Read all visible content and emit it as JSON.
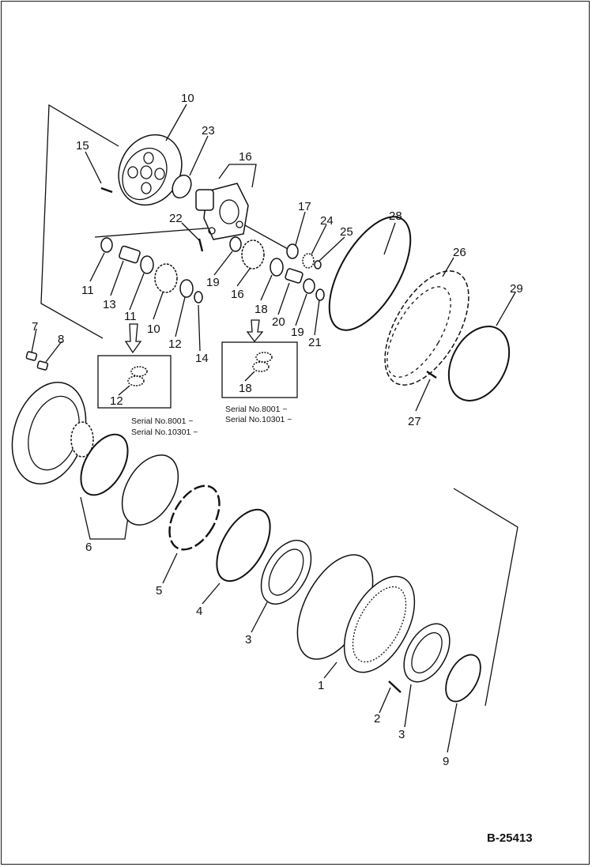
{
  "callouts": [
    {
      "id": "c1",
      "text": "1"
    },
    {
      "id": "c2",
      "text": "2"
    },
    {
      "id": "c3a",
      "text": "3"
    },
    {
      "id": "c3b",
      "text": "3"
    },
    {
      "id": "c4",
      "text": "4"
    },
    {
      "id": "c5",
      "text": "5"
    },
    {
      "id": "c6",
      "text": "6"
    },
    {
      "id": "c7",
      "text": "7"
    },
    {
      "id": "c8",
      "text": "8"
    },
    {
      "id": "c9",
      "text": "9"
    },
    {
      "id": "c10a",
      "text": "10"
    },
    {
      "id": "c10b",
      "text": "10"
    },
    {
      "id": "c11a",
      "text": "11"
    },
    {
      "id": "c11b",
      "text": "11"
    },
    {
      "id": "c12a",
      "text": "12"
    },
    {
      "id": "c12b",
      "text": "12"
    },
    {
      "id": "c13",
      "text": "13"
    },
    {
      "id": "c14",
      "text": "14"
    },
    {
      "id": "c15",
      "text": "15"
    },
    {
      "id": "c16a",
      "text": "16"
    },
    {
      "id": "c16b",
      "text": "16"
    },
    {
      "id": "c17",
      "text": "17"
    },
    {
      "id": "c18a",
      "text": "18"
    },
    {
      "id": "c18b",
      "text": "18"
    },
    {
      "id": "c19a",
      "text": "19"
    },
    {
      "id": "c19b",
      "text": "19"
    },
    {
      "id": "c20",
      "text": "20"
    },
    {
      "id": "c21",
      "text": "21"
    },
    {
      "id": "c22",
      "text": "22"
    },
    {
      "id": "c23",
      "text": "23"
    },
    {
      "id": "c24",
      "text": "24"
    },
    {
      "id": "c25",
      "text": "25"
    },
    {
      "id": "c26",
      "text": "26"
    },
    {
      "id": "c27",
      "text": "27"
    },
    {
      "id": "c28",
      "text": "28"
    },
    {
      "id": "c29",
      "text": "29"
    }
  ],
  "serial_notes": {
    "left_line1": "Serial No.8001 ~",
    "left_line2": "Serial No.10301 ~",
    "right_line1": "Serial No.8001 ~",
    "right_line2": "Serial No.10301 ~"
  },
  "drawing_ref": "B-25413"
}
